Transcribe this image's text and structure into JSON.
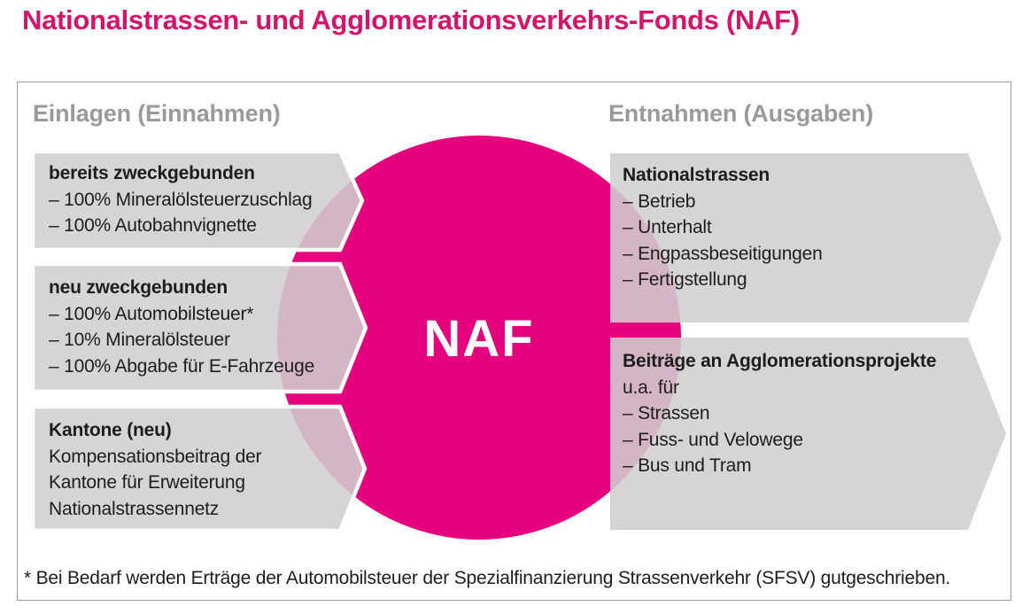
{
  "title": "Nationalstrassen- und Agglomerationsverkehrs-Fonds (NAF)",
  "center": {
    "label": "NAF"
  },
  "columns": {
    "left": {
      "header": "Einlagen (Einnahmen)",
      "boxes": [
        {
          "title": "bereits zweckgebunden",
          "lines": [
            "– 100% Mineralölsteuerzuschlag",
            "– 100% Autobahnvignette"
          ]
        },
        {
          "title": "neu zweckgebunden",
          "lines": [
            "– 100% Automobilsteuer*",
            "– 10% Mineralölsteuer",
            "– 100% Abgabe für E-Fahrzeuge"
          ]
        },
        {
          "title": "Kantone (neu)",
          "lines": [
            "Kompensationsbeitrag der",
            "Kantone für Erweiterung",
            "Nationalstrassennetz"
          ]
        }
      ]
    },
    "right": {
      "header": "Entnahmen (Ausgaben)",
      "boxes": [
        {
          "title": "Nationalstrassen",
          "lines": [
            "– Betrieb",
            "– Unterhalt",
            "– Engpassbeseitigungen",
            "– Fertigstellung"
          ]
        },
        {
          "title": "Beiträge an Agglomerationsprojekte",
          "lines": [
            "u.a. für",
            "– Strassen",
            "– Fuss- und Velowege",
            "– Bus und Tram"
          ]
        }
      ]
    }
  },
  "footnote": "* Bei Bedarf werden Erträge der Automobilsteuer der Spezialfinanzierung Strassenverkehr (SFSV) gutgeschrieben.",
  "colors": {
    "title_magenta": "#d4146b",
    "fund_magenta": "#e5007d",
    "box_gray": "#d6d4d4",
    "box_over_circle_pink": "#d5b8c6",
    "header_gray": "#9b9a9a",
    "text_dark": "#1d1d1b"
  }
}
